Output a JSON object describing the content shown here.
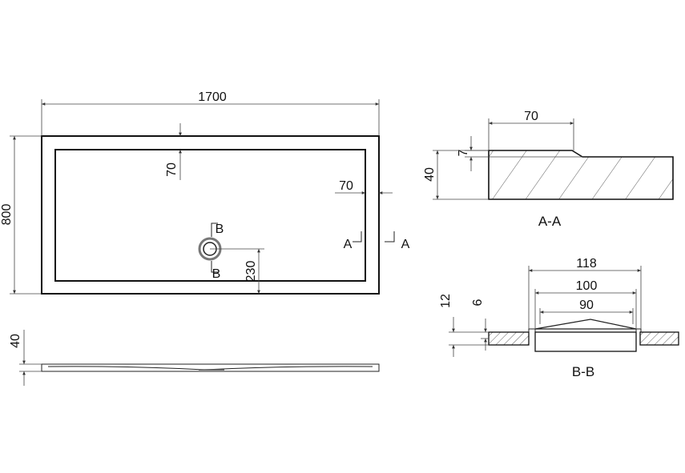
{
  "drawing": {
    "plan": {
      "dim_length": "1700",
      "dim_width": "800",
      "dim_rim_top": "70",
      "dim_rim_side": "70",
      "dim_drain_offset": "230",
      "cut_a_left": "A",
      "cut_a_right": "A",
      "cut_b_top": "B",
      "cut_b_bottom": "B"
    },
    "side_view": {
      "dim_height": "40"
    },
    "section_a": {
      "title": "A-A",
      "dim_rim": "70",
      "dim_step": "7",
      "dim_height": "40"
    },
    "section_b": {
      "title": "B-B",
      "dim_outer": "118",
      "dim_middle": "100",
      "dim_inner": "90",
      "dim_depth": "12",
      "dim_step": "6"
    }
  }
}
